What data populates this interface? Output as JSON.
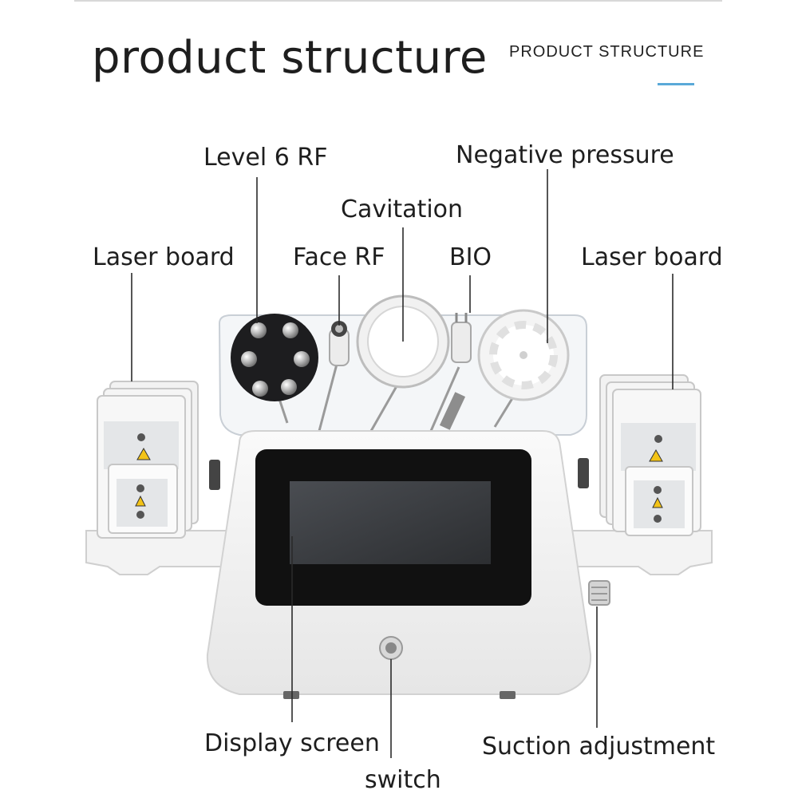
{
  "header": {
    "title": "product structure",
    "subtitle": "PRODUCT STRUCTURE",
    "accent_color": "#5aa9d8"
  },
  "callouts": {
    "level_6_rf": "Level 6 RF",
    "negative_pressure": "Negative pressure",
    "cavitation": "Cavitation",
    "laser_board_left": "Laser board",
    "face_rf": "Face RF",
    "bio": "BIO",
    "laser_board_right": "Laser board",
    "display_screen": "Display screen",
    "switch": "switch",
    "suction_adjustment": "Suction adjustment"
  }
}
